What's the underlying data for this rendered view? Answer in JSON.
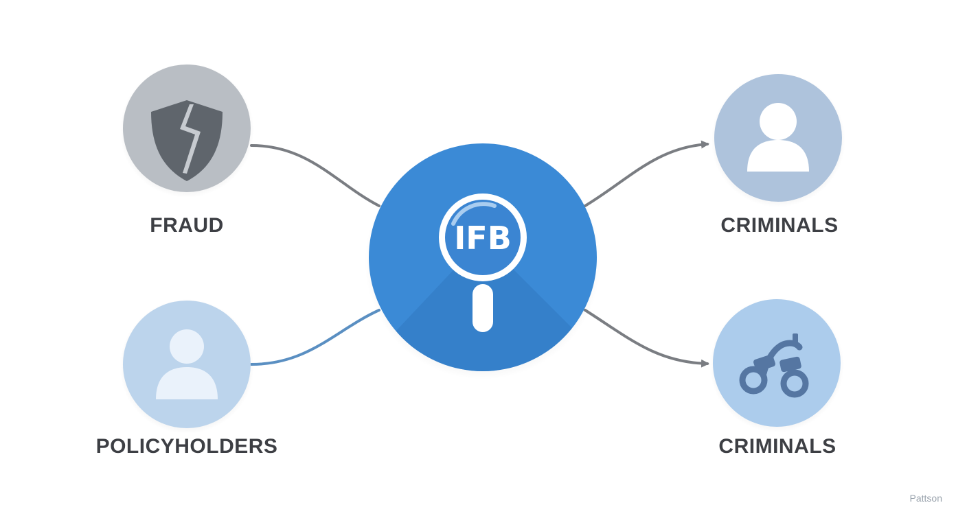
{
  "nodes": {
    "fraud": {
      "label": "FRAUD",
      "icon": "broken-shield-icon",
      "color": "#b9bec4"
    },
    "policyholders": {
      "label": "POLICYHOLDERS",
      "icon": "person-icon",
      "color": "#bcd4ec"
    },
    "center": {
      "label": "IFB",
      "icon": "magnifying-glass-icon",
      "color": "#3b8ad6"
    },
    "criminals_top": {
      "label": "CRIMINALS",
      "icon": "person-icon",
      "color": "#aec3dc"
    },
    "criminals_bottom": {
      "label": "CRIMINALS",
      "icon": "handcuffs-icon",
      "color": "#acccec"
    }
  },
  "connectors": [
    {
      "from": "fraud",
      "to": "center",
      "color": "#7a7d82",
      "arrow": false
    },
    {
      "from": "policyholders",
      "to": "center",
      "color": "#5a8fc2",
      "arrow": false
    },
    {
      "from": "center",
      "to": "criminals_top",
      "color": "#7a7d82",
      "arrow": true
    },
    {
      "from": "center",
      "to": "criminals_bottom",
      "color": "#7a7d82",
      "arrow": true
    }
  ],
  "watermark": "Pattson"
}
